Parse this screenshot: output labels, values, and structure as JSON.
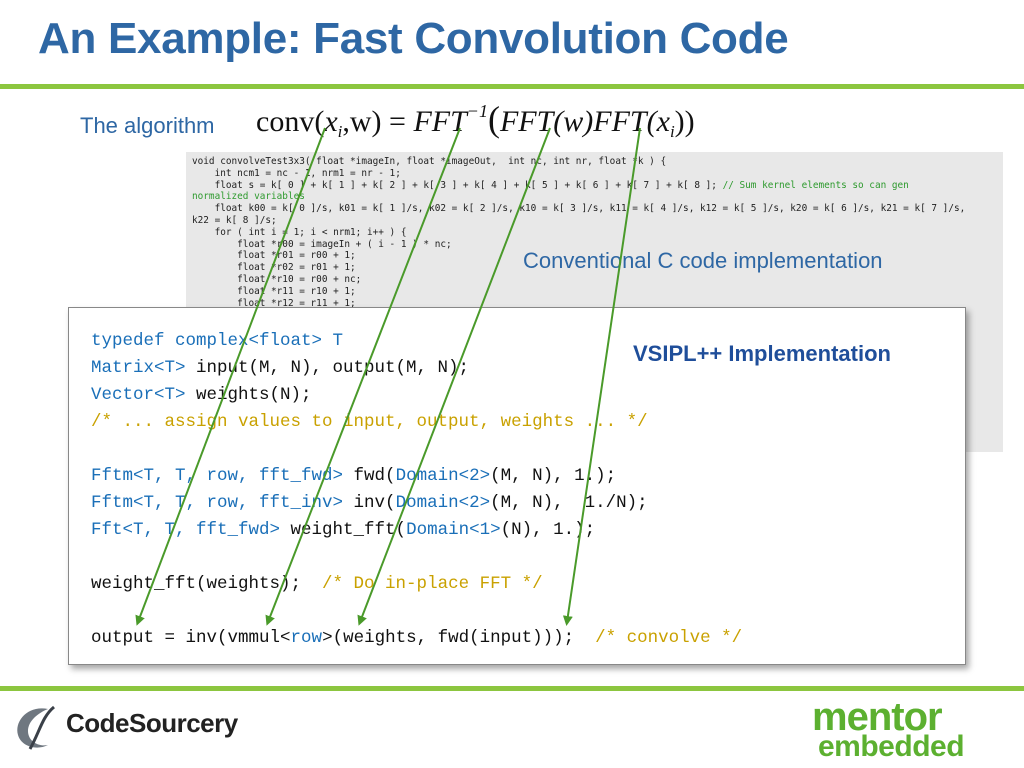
{
  "slide": {
    "title": "An Example: Fast Convolution Code",
    "algorithm_label": "The algorithm",
    "conventional_label": "Conventional C code implementation",
    "vsipl_label": "VSIPL++ Implementation"
  },
  "formula": {
    "conv": "conv(",
    "x": "x",
    "i": "i",
    "w_part": ",w) = ",
    "fft": "FFT",
    "inv": "−1",
    "rest": "FFT(w)FFT(",
    "x2": "x",
    "i2": "i",
    "end": "))"
  },
  "c_code": {
    "l1": "void convolveTest3x3( float *imageIn, float *imageOut,  int nc, int nr, float *k ) {",
    "l2": "    int ncm1 = nc - 1, nrm1 = nr - 1;",
    "l3": "    float s = k[ 0 ] + k[ 1 ] + k[ 2 ] + k[ 3 ] + k[ 4 ] + k[ 5 ] + k[ 6 ] + k[ 7 ] + k[ 8 ]; ",
    "l3c": "// Sum kernel elements so can gen",
    "l4": "normalized variables",
    "l5": "    float k00 = k[ 0 ]/s, k01 = k[ 1 ]/s, k02 = k[ 2 ]/s, k10 = k[ 3 ]/s, k11 = k[ 4 ]/s, k12 = k[ 5 ]/s, k20 = k[ 6 ]/s, k21 = k[ 7 ]/s,",
    "l6": "k22 = k[ 8 ]/s;",
    "l7": "    for ( int i = 1; i < nrm1; i++ ) {",
    "l8": "        float *r00 = imageIn + ( i - 1 ) * nc;",
    "l9": "        float *r01 = r00 + 1;",
    "l10": "        float *r02 = r01 + 1;",
    "l11": "        float *r10 = r00 + nc;",
    "l12": "        float *r11 = r10 + 1;",
    "l13": "        float *r12 = r11 + 1;"
  },
  "vsipl_code": {
    "l1a": "typedef ",
    "l1b": "complex<float> T",
    "l2a": "Matrix<T>",
    "l2b": " input(M, N), output(M, N);",
    "l3a": "Vector<T>",
    "l3b": " weights(N);",
    "l4": "/* ... assign values to input, output, weights ... */",
    "l5a": "Fftm<T, T, row, fft_fwd>",
    "l5b": " fwd(",
    "l5c": "Domain<2>",
    "l5d": "(M, N), 1.);",
    "l6a": "Fftm<T, T, row, fft_inv>",
    "l6b": " inv(",
    "l6c": "Domain<2>",
    "l6d": "(M, N),  1./N);",
    "l7a": "Fft<T, T, fft_fwd>",
    "l7b": " weight_fft(",
    "l7c": "Domain<1>",
    "l7d": "(N), 1.);",
    "l8a": "weight_fft(weights);  ",
    "l8b": "/* Do in-place FFT */",
    "l9a": "output = inv(vmmul<",
    "l9b": "row",
    "l9c": ">(weights, fwd(input)));  ",
    "l9d": "/* convolve */"
  },
  "footer": {
    "left_logo": "CodeSourcery",
    "right_logo_top": "mentor",
    "right_logo_bottom": "embedded"
  },
  "colors": {
    "title": "#2e67a4",
    "rule": "#8cc63f",
    "arrow": "#4a9a2a",
    "code_type": "#1a6fb8",
    "code_comment": "#c9a100"
  }
}
